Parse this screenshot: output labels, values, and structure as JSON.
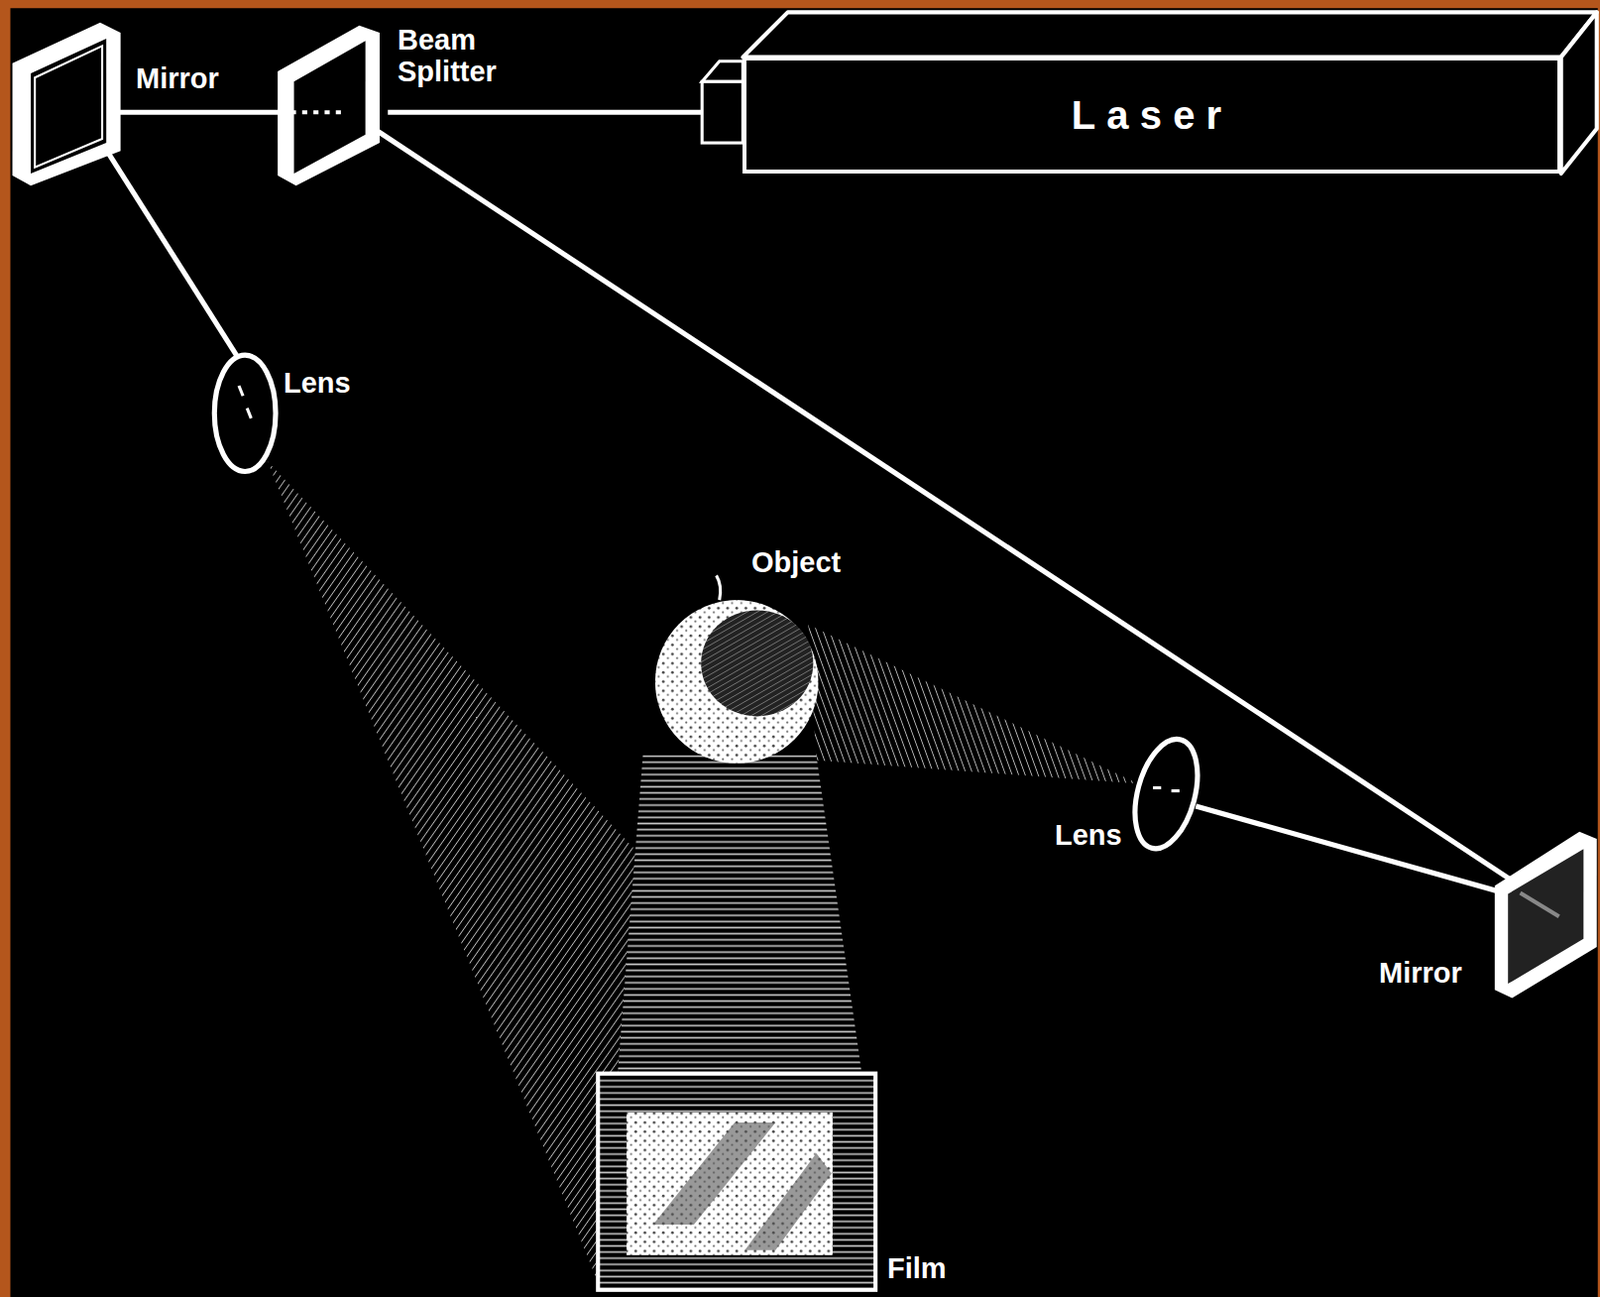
{
  "diagram": {
    "nodes": [
      {
        "text": [
          "Laser"
        ]
      }
    ],
    "labels": [
      "Mirror",
      "Beam Splitter",
      "Lens",
      "Object",
      "Lens",
      "Mirror",
      "Film"
    ]
  }
}
